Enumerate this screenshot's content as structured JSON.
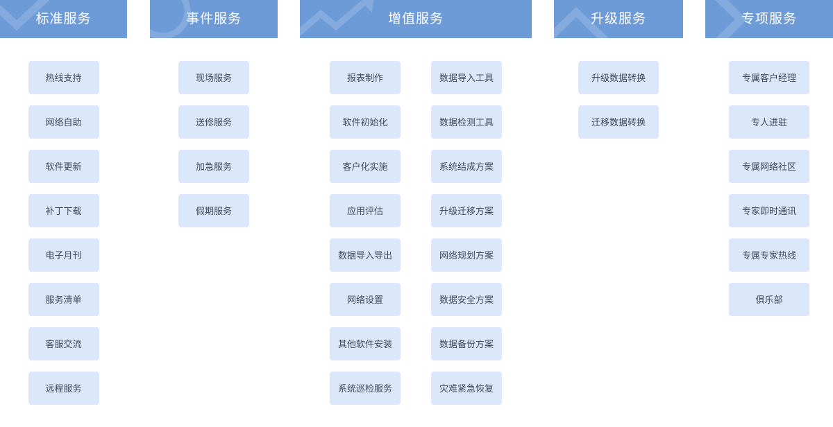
{
  "page": {
    "background_color": "#ffffff",
    "header_color": "#6d9bd8",
    "header_text_color": "#ffffff",
    "item_color": "#dbe8fb",
    "item_text_color": "#3f4a5a"
  },
  "columns": [
    {
      "id": "standard-service",
      "title": "标准服务",
      "decoration_icon": "chevron-down-icon",
      "subcolumns": [
        {
          "items": [
            {
              "label": "热线支持"
            },
            {
              "label": "网络自助"
            },
            {
              "label": "软件更新"
            },
            {
              "label": "补丁下载"
            },
            {
              "label": "电子月刊"
            },
            {
              "label": "服务清单"
            },
            {
              "label": "客服交流"
            },
            {
              "label": "远程服务"
            }
          ]
        }
      ]
    },
    {
      "id": "incident-service",
      "title": "事件服务",
      "decoration_icon": "circle-ring-icon",
      "subcolumns": [
        {
          "items": [
            {
              "label": "现场服务"
            },
            {
              "label": "送修服务"
            },
            {
              "label": "加急服务"
            },
            {
              "label": "假期服务"
            }
          ]
        }
      ]
    },
    {
      "id": "value-added-service",
      "title": "增值服务",
      "decoration_icon": "trend-arrow-up-icon",
      "subcolumns": [
        {
          "items": [
            {
              "label": "报表制作"
            },
            {
              "label": "软件初始化"
            },
            {
              "label": "客户化实施"
            },
            {
              "label": "应用评估"
            },
            {
              "label": "数据导入导出"
            },
            {
              "label": "网络设置"
            },
            {
              "label": "其他软件安装"
            },
            {
              "label": "系统巡检服务"
            }
          ]
        },
        {
          "items": [
            {
              "label": "数据导入工具"
            },
            {
              "label": "数据检测工具"
            },
            {
              "label": "系统结成方案"
            },
            {
              "label": "升级迁移方案"
            },
            {
              "label": "网络规划方案"
            },
            {
              "label": "数据安全方案"
            },
            {
              "label": "数据备份方案"
            },
            {
              "label": "灾难紧急恢复"
            }
          ]
        }
      ]
    },
    {
      "id": "upgrade-service",
      "title": "升级服务",
      "decoration_icon": "chevron-up-icon",
      "subcolumns": [
        {
          "items": [
            {
              "label": "升级数据转换"
            },
            {
              "label": "迁移数据转换"
            }
          ]
        }
      ]
    },
    {
      "id": "special-service",
      "title": "专项服务",
      "decoration_icon": "chevron-right-icon",
      "subcolumns": [
        {
          "items": [
            {
              "label": "专属客户经理"
            },
            {
              "label": "专人进驻"
            },
            {
              "label": "专属网络社区"
            },
            {
              "label": "专家即时通讯"
            },
            {
              "label": "专属专家热线"
            },
            {
              "label": "俱乐部"
            }
          ]
        }
      ]
    }
  ]
}
